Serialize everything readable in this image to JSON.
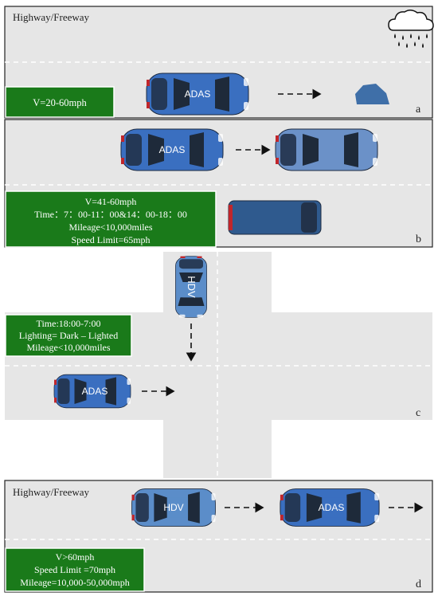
{
  "panel_a": {
    "road_label": "Highway/Freeway",
    "letter": "a",
    "car_label": "ADAS",
    "info": [
      "V=20-60mph"
    ]
  },
  "panel_b": {
    "letter": "b",
    "car_label": "ADAS",
    "info": [
      "V=41-60mph",
      "Time：7：00-11：00&14：00-18：00",
      "Mileage<10,000miles",
      "Speed Limit=65mph"
    ]
  },
  "panel_c": {
    "letter": "c",
    "car_hdv_label": "HDV",
    "car_adas_label": "ADAS",
    "info": [
      "Time:18:00-7:00",
      "Lighting= Dark – Lighted",
      "Mileage<10,000miles"
    ]
  },
  "panel_d": {
    "road_label": "Highway/Freeway",
    "letter": "d",
    "car_hdv_label": "HDV",
    "car_adas_label": "ADAS",
    "info": [
      "V>60mph",
      "Speed Limit =70mph",
      "Mileage=10,000-50,000mph"
    ]
  },
  "colors": {
    "road": "#e6e6e6",
    "info_box": "#1a7a1a",
    "adas_car": "#3a6fc0",
    "hdv_car": "#5b8dc9",
    "van": "#2f5a8e",
    "rock": "#3f6fa8"
  },
  "icons": [
    "rain-cloud-icon",
    "rock-icon"
  ]
}
